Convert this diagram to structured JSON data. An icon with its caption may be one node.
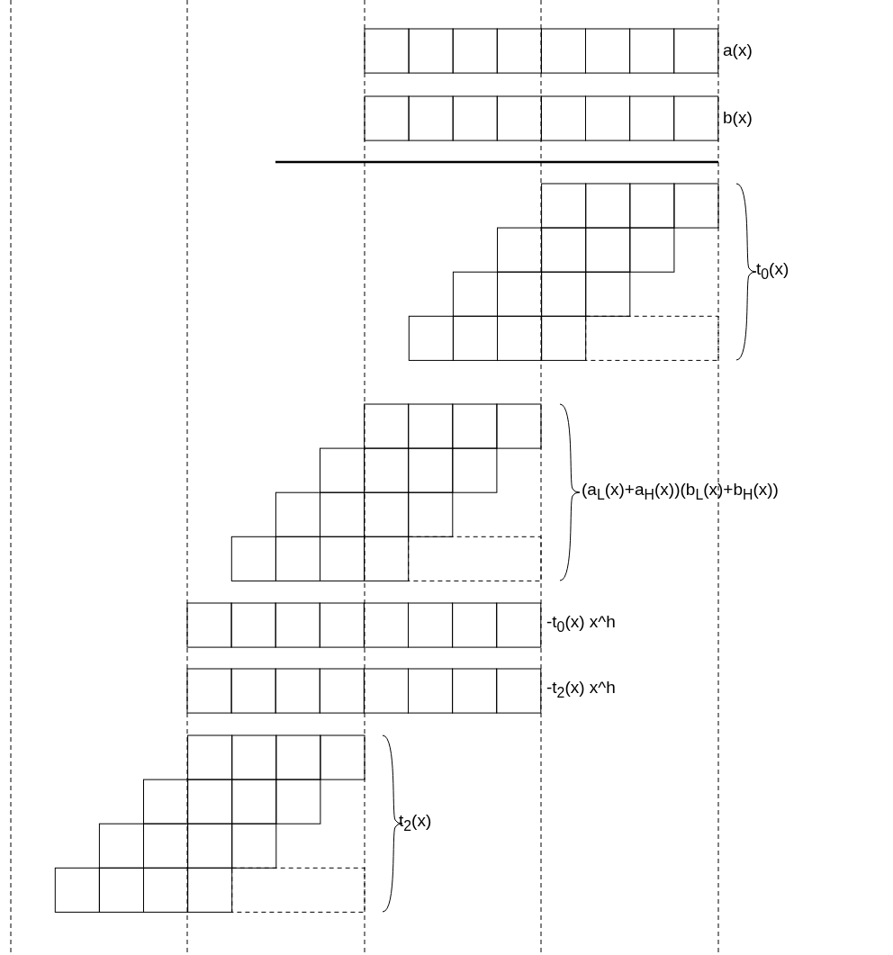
{
  "diagram": {
    "labels": [
      "a(x)",
      "b(x)",
      "t$_{0}$(x)",
      "(a$_{L}$(x)+a$_{H}$(x))(b$_{L}$(x)+b$_{H}$(x))",
      "-t$_{0}$(x) x^h",
      "-t$_{2}$(x) x^h",
      "t$_{2}$(x)"
    ]
  }
}
